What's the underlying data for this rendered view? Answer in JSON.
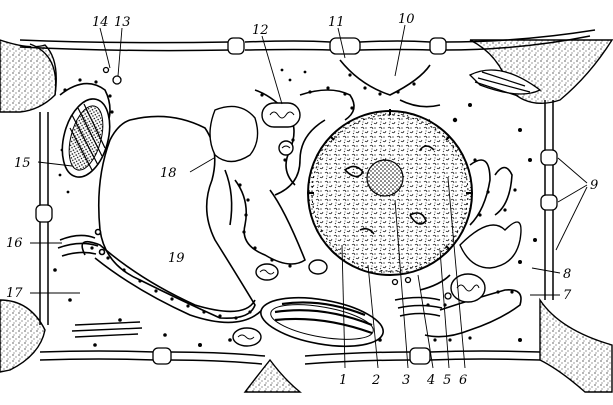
{
  "diagram": {
    "labels": {
      "l1": "1",
      "l2": "2",
      "l3": "3",
      "l4": "4",
      "l5": "5",
      "l6": "6",
      "l7": "7",
      "l8": "8",
      "l9": "9",
      "l10": "10",
      "l11": "11",
      "l12": "12",
      "l13": "13",
      "l14": "14",
      "l15": "15",
      "l16": "16",
      "l17": "17",
      "l18": "18",
      "l19": "19"
    }
  }
}
